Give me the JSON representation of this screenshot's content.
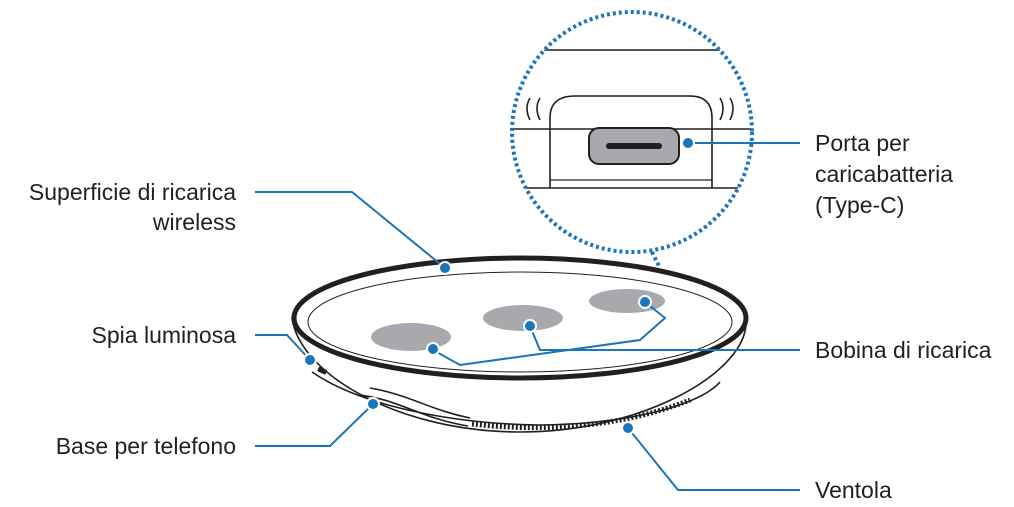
{
  "labels": {
    "surface_line1": "Superficie di ricarica",
    "surface_line2": "wireless",
    "indicator": "Spia luminosa",
    "phone_base": "Base per telefono",
    "port_line1": "Porta per",
    "port_line2": "caricabatteria",
    "port_line3": "(Type-C)",
    "coil": "Bobina di ricarica",
    "fan": "Ventola"
  },
  "colors": {
    "leader": "#1b75bb",
    "coil_fill": "#a7a9ac",
    "outline": "#231f20"
  }
}
